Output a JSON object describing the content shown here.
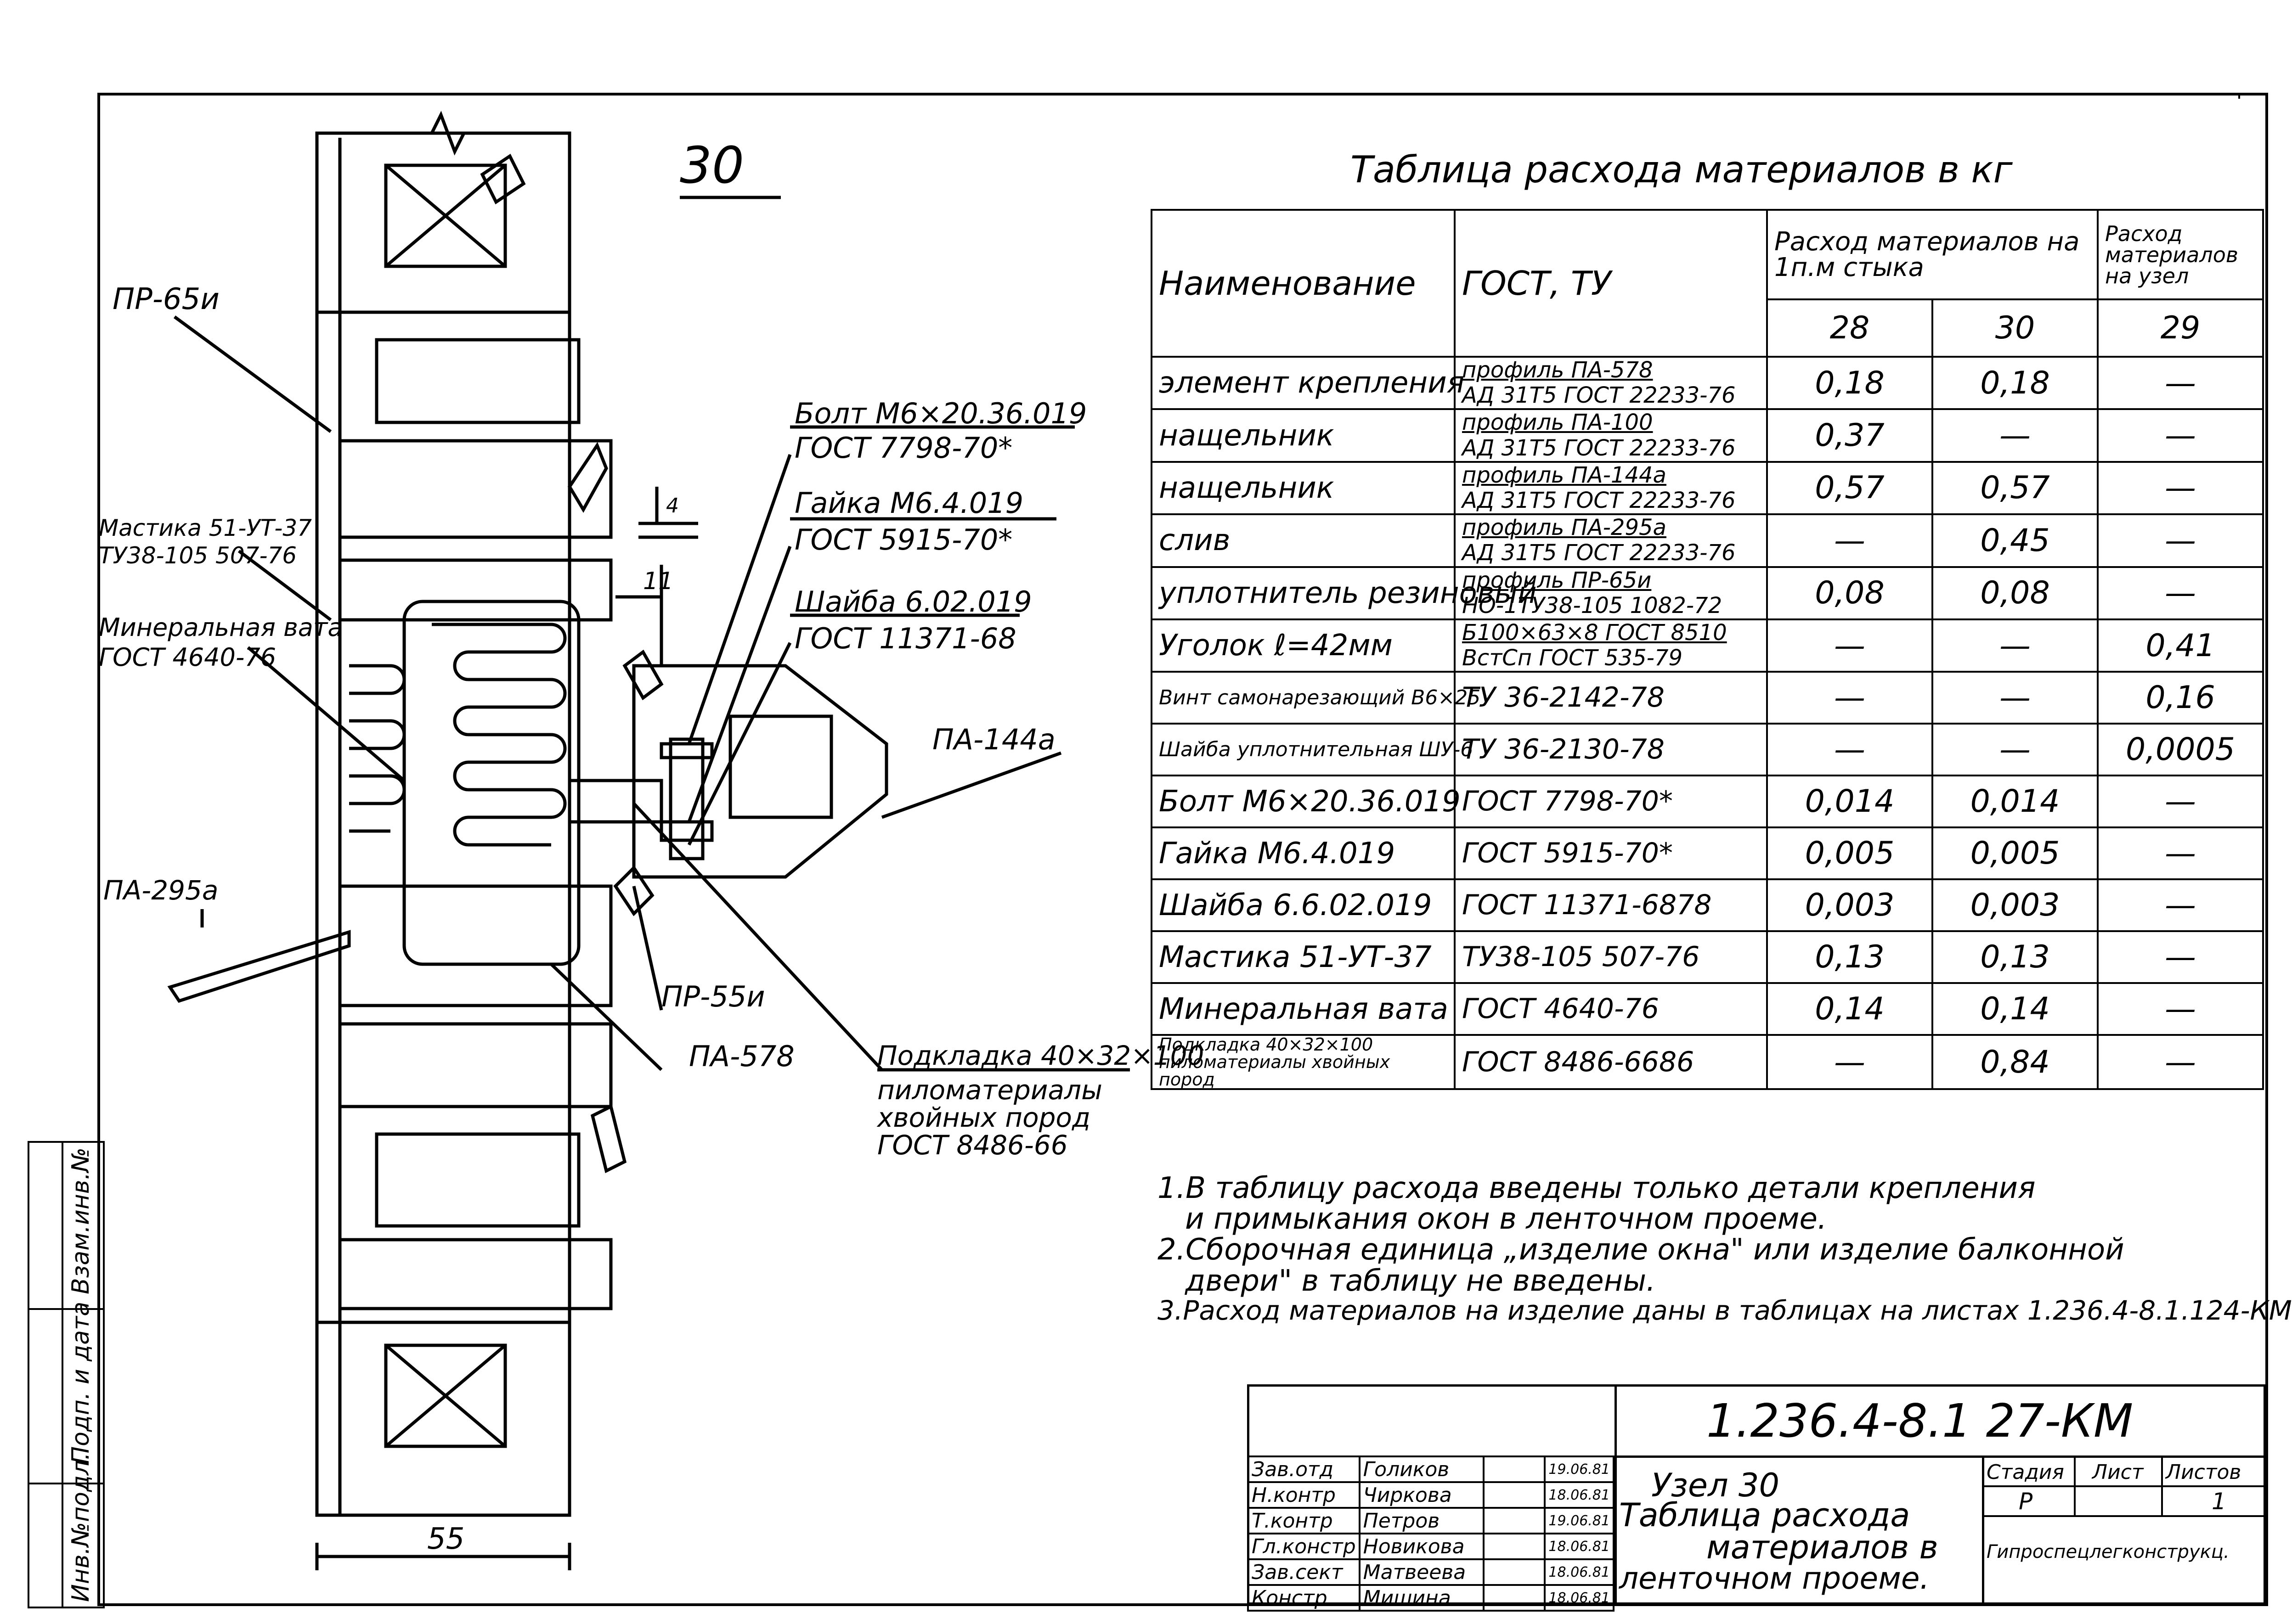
{
  "detail_number": "30",
  "table_title": "Таблица расхода материалов в кг",
  "table": {
    "headers": {
      "name": "Наименование",
      "gost": "ГОСТ, ТУ",
      "per_meter": "Расход материалов на 1п.м стыка",
      "per_node": "Расход материалов на узел",
      "col_28": "28",
      "col_30": "30",
      "col_29": "29"
    },
    "rows": [
      {
        "name": "элемент крепления",
        "gost1": "профиль ПА-578",
        "gost2": "АД 31Т5 ГОСТ 22233-76",
        "v28": "0,18",
        "v30": "0,18",
        "v29": "—"
      },
      {
        "name": "нащельник",
        "gost1": "профиль ПА-100",
        "gost2": "АД 31Т5 ГОСТ 22233-76",
        "v28": "0,37",
        "v30": "—",
        "v29": "—"
      },
      {
        "name": "нащельник",
        "gost1": "профиль ПА-144а",
        "gost2": "АД 31Т5 ГОСТ 22233-76",
        "v28": "0,57",
        "v30": "0,57",
        "v29": "—"
      },
      {
        "name": "слив",
        "gost1": "профиль ПА-295а",
        "gost2": "АД 31Т5 ГОСТ 22233-76",
        "v28": "—",
        "v30": "0,45",
        "v29": "—"
      },
      {
        "name": "уплотнитель резиновый",
        "gost1": "профиль ПР-65и",
        "gost2": "НО-1ТУ38-105 1082-72",
        "v28": "0,08",
        "v30": "0,08",
        "v29": "—"
      },
      {
        "name": "Уголок ℓ=42мм",
        "gost1": "Б100×63×8 ГОСТ 8510",
        "gost2": "ВстСп ГОСТ 535-79",
        "v28": "—",
        "v30": "—",
        "v29": "0,41"
      },
      {
        "name": "Винт самонарезающий В6×25",
        "gost1": "ТУ 36-2142-78",
        "gost2": "",
        "v28": "—",
        "v30": "—",
        "v29": "0,16"
      },
      {
        "name": "Шайба уплотнительная ШУ-6",
        "gost1": "ТУ 36-2130-78",
        "gost2": "",
        "v28": "—",
        "v30": "—",
        "v29": "0,0005"
      },
      {
        "name": "Болт М6×20.36.019",
        "gost1": "ГОСТ 7798-70*",
        "gost2": "",
        "v28": "0,014",
        "v30": "0,014",
        "v29": "—"
      },
      {
        "name": "Гайка М6.4.019",
        "gost1": "ГОСТ 5915-70*",
        "gost2": "",
        "v28": "0,005",
        "v30": "0,005",
        "v29": "—"
      },
      {
        "name": "Шайба 6.6.02.019",
        "gost1": "ГОСТ 11371-6878",
        "gost2": "",
        "v28": "0,003",
        "v30": "0,003",
        "v29": "—"
      },
      {
        "name": "Мастика 51-УТ-37",
        "gost1": "ТУ38-105 507-76",
        "gost2": "",
        "v28": "0,13",
        "v30": "0,13",
        "v29": "—"
      },
      {
        "name": "Минеральная вата",
        "gost1": "ГОСТ 4640-76",
        "gost2": "",
        "v28": "0,14",
        "v30": "0,14",
        "v29": "—"
      },
      {
        "name": "Подкладка 40×32×100 пиломатериалы хвойных пород",
        "gost1": "ГОСТ 8486-6686",
        "gost2": "",
        "v28": "—",
        "v30": "0,84",
        "v29": "—"
      }
    ]
  },
  "callouts": {
    "pr65": "ПР-65и",
    "mastika1": "Мастика 51-УТ-37",
    "mastika2": "ТУ38-105 507-76",
    "vata1": "Минеральная вата",
    "vata2": "ГОСТ 4640-76",
    "pa295": "ПА-295а",
    "bolt1": "Болт М6×20.36.019",
    "bolt2": "ГОСТ 7798-70*",
    "nut1": "Гайка М6.4.019",
    "nut2": "ГОСТ 5915-70*",
    "washer1": "Шайба 6.02.019",
    "washer2": "ГОСТ 11371-68",
    "pa144": "ПА-144а",
    "pr55": "ПР-55и",
    "pa578": "ПА-578",
    "pad1": "Подкладка 40×32×100",
    "pad2": "пиломатериалы",
    "pad3": "хвойных пород",
    "pad4": "ГОСТ 8486-66",
    "dim11": "11",
    "dim4": "4",
    "dim55": "55"
  },
  "notes": [
    "1.В таблицу расхода введены только детали крепления",
    "и примыкания окон в ленточном проеме.",
    "2.Сборочная единица „изделие окна\" или изделие балконной",
    "двери\" в таблицу не введены.",
    "3.Расход материалов на изделие даны в таблицах на листах 1.236.4-8.1.124-КМ"
  ],
  "stamp": {
    "doc_code": "1.236.4-8.1 27-КМ",
    "title1": "Узел 30",
    "title2": "Таблица расхода",
    "title3": "материалов в",
    "title4": "ленточном проеме.",
    "stage_label": "Стадия",
    "sheet_label": "Лист",
    "sheets_label": "Листов",
    "stage": "Р",
    "sheets": "1",
    "org": "Гипроспецлегконструкц.",
    "signers": [
      {
        "role": "Зав.отд",
        "name": "Голиков",
        "date": "19.06.81"
      },
      {
        "role": "Н.контр",
        "name": "Чиркова",
        "date": "18.06.81"
      },
      {
        "role": "Т.контр",
        "name": "Петров",
        "date": "19.06.81"
      },
      {
        "role": "Гл.констр",
        "name": "Новикова",
        "date": "18.06.81"
      },
      {
        "role": "Зав.сект",
        "name": "Матвеева",
        "date": "18.06.81"
      },
      {
        "role": "Констр",
        "name": "Мишина",
        "date": "18.06.81"
      }
    ]
  },
  "side_stamp": [
    "Инв.№подл.",
    "Подп. и дата",
    "Взам.инв.№"
  ]
}
